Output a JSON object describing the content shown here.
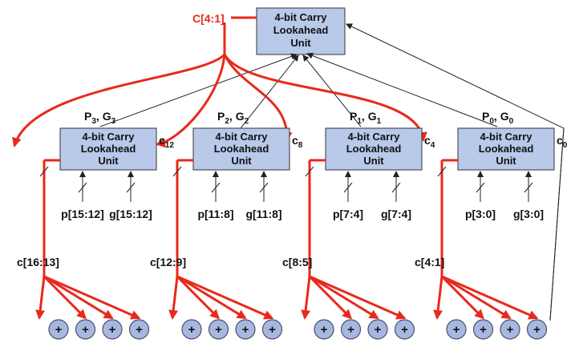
{
  "top_unit": {
    "line1": "4-bit Carry",
    "line2": "Lookahead",
    "line3": "Unit"
  },
  "top_carry_label": "C[4:1]",
  "units": [
    {
      "line1": "4-bit Carry",
      "line2": "Lookahead",
      "line3": "Unit",
      "pg": {
        "p": "P",
        "pi": "3",
        "g": "G",
        "gi": "3"
      },
      "carry_in": {
        "c": "c",
        "i": "12"
      },
      "p_label": "p[15:12]",
      "g_label": "g[15:12]",
      "c_out_label": "c[16:13]"
    },
    {
      "line1": "4-bit Carry",
      "line2": "Lookahead",
      "line3": "Unit",
      "pg": {
        "p": "P",
        "pi": "2",
        "g": "G",
        "gi": "2"
      },
      "carry_in": {
        "c": "c",
        "i": "8"
      },
      "p_label": "p[11:8]",
      "g_label": "g[11:8]",
      "c_out_label": "c[12:9]"
    },
    {
      "line1": "4-bit Carry",
      "line2": "Lookahead",
      "line3": "Unit",
      "pg": {
        "p": "P",
        "pi": "1",
        "g": "G",
        "gi": "1"
      },
      "carry_in": {
        "c": "c",
        "i": "4"
      },
      "p_label": "p[7:4]",
      "g_label": "g[7:4]",
      "c_out_label": "c[8:5]"
    },
    {
      "line1": "4-bit Carry",
      "line2": "Lookahead",
      "line3": "Unit",
      "pg": {
        "p": "P",
        "pi": "0",
        "g": "G",
        "gi": "0"
      },
      "carry_in": {
        "c": "c",
        "i": "0"
      },
      "p_label": "p[3:0]",
      "g_label": "g[3:0]",
      "c_out_label": "c[4:1]"
    }
  ],
  "adder_symbol": "+",
  "colors": {
    "carry_lines": "#e8291c",
    "unit_fill": "#b8c9ea",
    "adder_fill": "#a6b8e0"
  }
}
